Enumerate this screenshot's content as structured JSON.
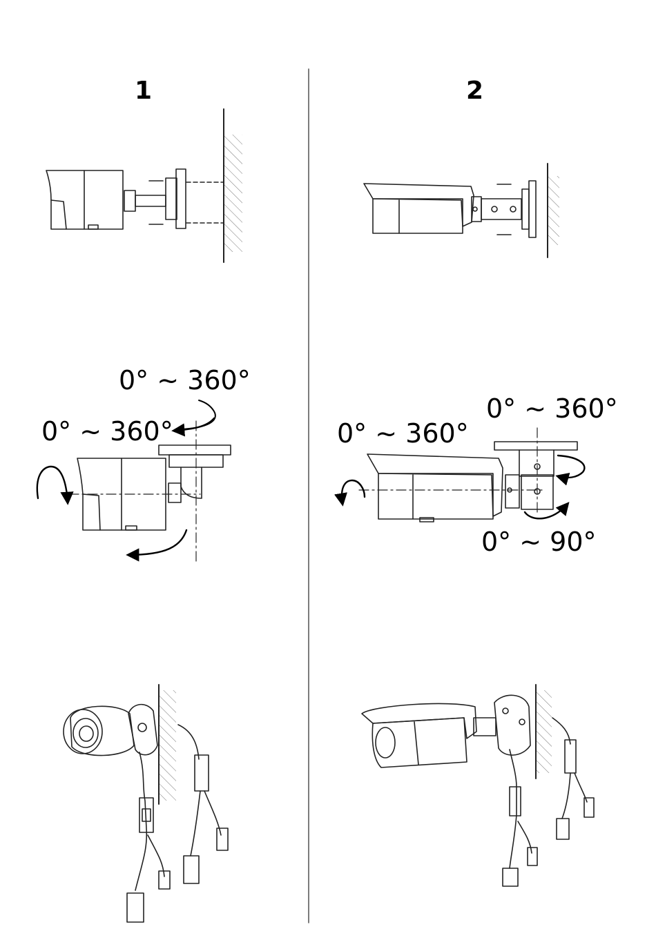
{
  "columns": [
    {
      "number": "1"
    },
    {
      "number": "2"
    }
  ],
  "rotation_labels": {
    "col1_top": "0° ~ 360°",
    "col1_left": "0° ~ 360°",
    "col2_right": "0° ~ 360°",
    "col2_left": "0° ~ 360°",
    "col2_bottom": "0° ~ 90°"
  },
  "colors": {
    "ink": "#000000",
    "line": "#333333",
    "background": "#ffffff"
  }
}
